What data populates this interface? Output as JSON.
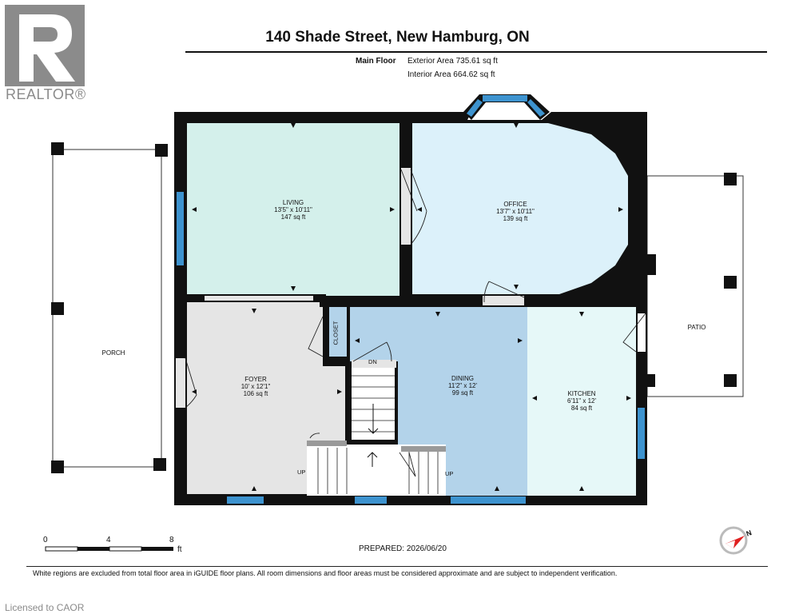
{
  "header": {
    "title": "140 Shade Street, New Hamburg, ON",
    "floor_label": "Main Floor",
    "exterior_area": "Exterior Area 735.61 sq ft",
    "interior_area": "Interior Area 664.62 sq ft"
  },
  "logo": {
    "text": "REALTOR®"
  },
  "rooms": {
    "living": {
      "name": "LIVING",
      "dims": "13'5\" x 10'11\"",
      "area": "147 sq ft"
    },
    "office": {
      "name": "OFFICE",
      "dims": "13'7\" x 10'11\"",
      "area": "139 sq ft"
    },
    "foyer": {
      "name": "FOYER",
      "dims": "10' x 12'1\"",
      "area": "106 sq ft"
    },
    "dining": {
      "name": "DINING",
      "dims": "11'2\" x 12'",
      "area": "99 sq ft"
    },
    "kitchen": {
      "name": "KITCHEN",
      "dims": "6'11\" x 12'",
      "area": "84 sq ft"
    },
    "porch": {
      "name": "PORCH"
    },
    "patio": {
      "name": "PATIO"
    },
    "closet": {
      "name": "CLOSET"
    }
  },
  "stairs": {
    "down": "DN",
    "up_left": "UP",
    "up_right": "UP"
  },
  "scale": {
    "ticks": [
      "0",
      "4",
      "8"
    ],
    "unit": "ft"
  },
  "footer": {
    "prepared": "PREPARED: 2026/06/20",
    "disclaimer": "White regions are excluded from total floor area in iGUIDE floor plans. All room dimensions and floor areas must be considered approximate and are subject to independent verification.",
    "licensed": "Licensed to CAOR"
  },
  "colors": {
    "wall": "#111111",
    "living": "#d4f0eb",
    "office": "#dcf1fa",
    "foyer": "#e5e5e5",
    "dining": "#b3d3ea",
    "kitchen": "#e6f8f8",
    "closet": "#b3d3ea",
    "window": "#3d93cf",
    "realtor_logo": "#8b8b8b"
  },
  "compass": {
    "label": "N"
  }
}
